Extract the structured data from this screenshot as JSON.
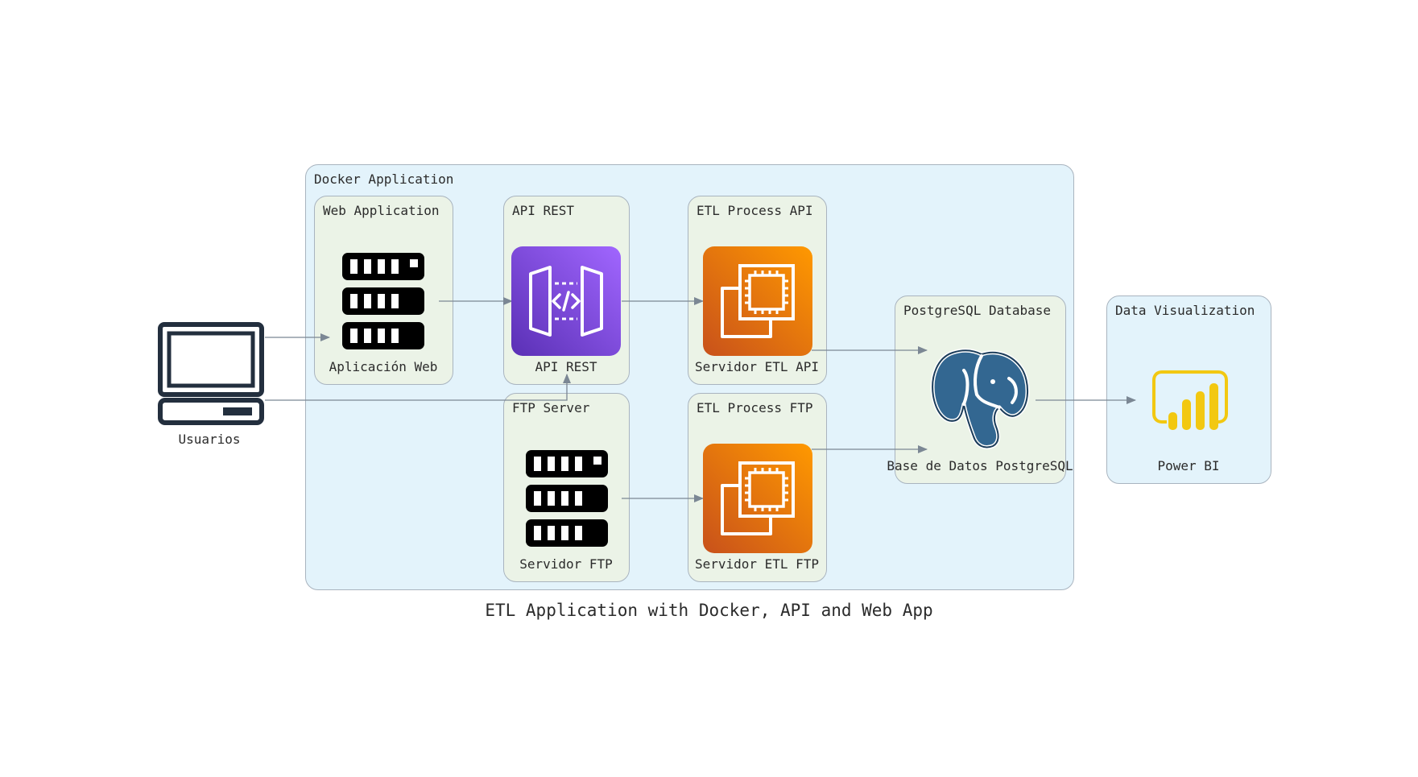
{
  "title": "ETL Application with Docker, API and Web App",
  "clusters": {
    "docker": "Docker Application",
    "web_app": "Web Application",
    "api_rest": "API REST",
    "etl_api": "ETL Process API",
    "ftp_server": "FTP Server",
    "etl_ftp": "ETL Process FTP",
    "postgres": "PostgreSQL Database",
    "data_viz": "Data Visualization"
  },
  "nodes": {
    "usuarios": {
      "label": "Usuarios",
      "icon": "laptop-icon"
    },
    "web_app": {
      "label": "Aplicación Web",
      "icon": "server-rack-icon"
    },
    "api_rest": {
      "label": "API REST",
      "icon": "api-gateway-icon"
    },
    "etl_api": {
      "label": "Servidor ETL API",
      "icon": "ec2-instance-icon"
    },
    "ftp": {
      "label": "Servidor FTP",
      "icon": "server-rack-icon"
    },
    "etl_ftp": {
      "label": "Servidor ETL FTP",
      "icon": "ec2-instance-icon"
    },
    "postgres": {
      "label": "Base de Datos PostgreSQL",
      "icon": "postgresql-elephant-icon"
    },
    "powerbi": {
      "label": "Power BI",
      "icon": "power-bi-icon"
    }
  },
  "edges": [
    {
      "from": "Usuarios",
      "to": "Aplicación Web"
    },
    {
      "from": "Usuarios",
      "to": "API REST"
    },
    {
      "from": "Aplicación Web",
      "to": "API REST"
    },
    {
      "from": "API REST",
      "to": "Servidor ETL API"
    },
    {
      "from": "Servidor FTP",
      "to": "Servidor ETL FTP"
    },
    {
      "from": "Servidor ETL API",
      "to": "Base de Datos PostgreSQL"
    },
    {
      "from": "Servidor ETL FTP",
      "to": "Base de Datos PostgreSQL"
    },
    {
      "from": "Base de Datos PostgreSQL",
      "to": "Power BI"
    }
  ],
  "colors": {
    "outer_cluster": "#e3f3fb",
    "inner_cluster": "#ebf3e7",
    "edge": "#7b8794",
    "api_gateway": "#7b3fe0",
    "ec2": "#ed7100",
    "postgres": "#336791",
    "powerbi": "#f2c811"
  }
}
